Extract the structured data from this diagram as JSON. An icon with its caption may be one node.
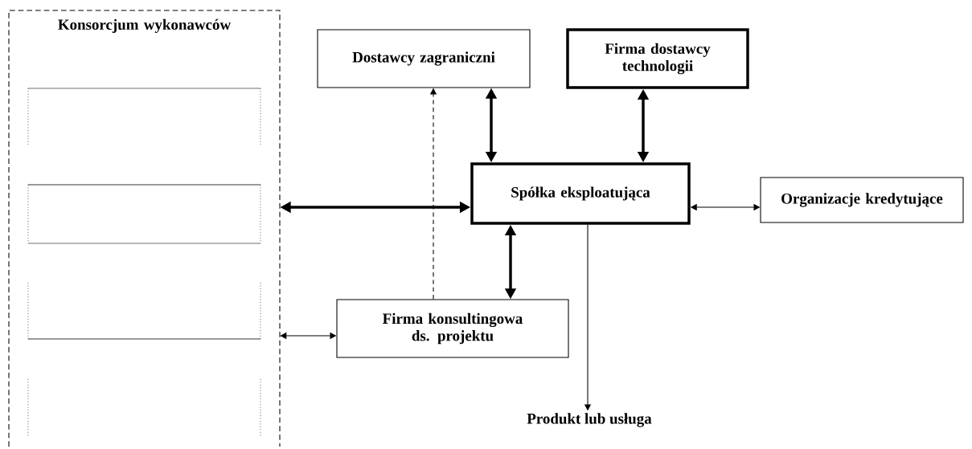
{
  "diagram": {
    "nodes": [
      {
        "text": [
          "Konsorcjum wykonawców"
        ]
      },
      {
        "text": [],
        "shape": "box",
        "in": 0
      },
      {
        "text": [],
        "shape": "box",
        "in": 0
      },
      {
        "text": [],
        "shape": "box",
        "in": 0
      },
      {
        "text": [],
        "shape": "box",
        "in": 0
      },
      {
        "text": [
          "Dostawcy zagraniczni"
        ]
      },
      {
        "text": [
          "Firma dostawcy technologii"
        ]
      },
      {
        "text": [
          "Spółka eksploatująca"
        ]
      },
      {
        "text": [
          "Organizacje kredytujące"
        ]
      },
      {
        "text": [
          "Firma konsultingowa ds. projektu"
        ]
      },
      {
        "text": [
          "Produkt lub usługa"
        ]
      }
    ],
    "edges": [
      {
        "from": 5,
        "to": 7,
        "arrow": "both",
        "style": "thick"
      },
      {
        "from": 6,
        "to": 7,
        "arrow": "both",
        "style": "thick"
      },
      {
        "from": 0,
        "to": 7,
        "arrow": "both",
        "style": "thick"
      },
      {
        "from": 7,
        "to": 8,
        "arrow": "both"
      },
      {
        "from": 7,
        "to": 9,
        "arrow": "both",
        "style": "thick"
      },
      {
        "from": 9,
        "to": 5,
        "arrow": "to",
        "style": "dashed"
      },
      {
        "from": 0,
        "to": 9,
        "arrow": "both"
      },
      {
        "from": 7,
        "to": 10,
        "arrow": "to"
      }
    ]
  }
}
